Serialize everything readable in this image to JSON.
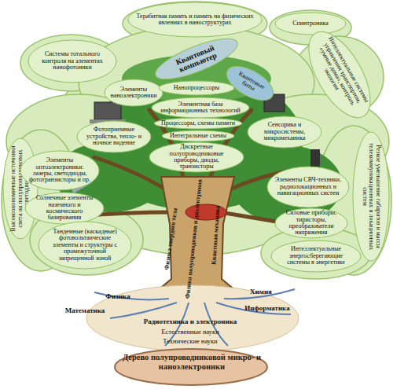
{
  "diagram": {
    "title": "Дерево полупроводниковой микро- и наноэлектроники",
    "nodes": [
      {
        "text": [
          "Терабитная память и память на физических явлениях в наноструктурах"
        ]
      },
      {
        "text": [
          "Спинтроника"
        ]
      },
      {
        "text": [
          "Системы тотального контроля на элементах нанофотоники"
        ]
      },
      {
        "text": [
          "Квантовый компьютер"
        ]
      },
      {
        "text": [
          "Интеллектуальные системы управления транспортом, «умные дома», контроль экологии"
        ]
      },
      {
        "text": [
          "Элементы наноэлектроники"
        ]
      },
      {
        "text": [
          "Нанопроцессоры"
        ]
      },
      {
        "text": [
          "Квантовые биты"
        ]
      },
      {
        "text": [
          "Элементная база информационных технологий"
        ]
      },
      {
        "text": [
          "Процессоры, схемы памяти"
        ]
      },
      {
        "text": [
          "Интегральные схемы"
        ]
      },
      {
        "text": [
          "Дискретные полупроводниковые приборы, диоды, транзисторы"
        ]
      },
      {
        "text": [
          "Фотоприемные устройства, тепло- и ночное видение"
        ]
      },
      {
        "text": [
          "Сенсорика и микросистемы, микромеханика"
        ]
      },
      {
        "text": [
          "Высокоэкономичные источники света на полупроводниковых светодиодах"
        ]
      },
      {
        "text": [
          "Резкое уменьшение габаритов и массы телекоммуникационных и локационных систем"
        ]
      },
      {
        "text": [
          "Элементы оптоэлектроники: лазеры, светодиоды, фототранзисторы и пр."
        ]
      },
      {
        "text": [
          "Элементы СВЧ-техники, радиолокационных и навигационных систем"
        ]
      },
      {
        "text": [
          "Силовые приборы, тиристоры, преобразователи напряжения"
        ]
      },
      {
        "text": [
          "Солнечные элементы наземного и космического базирования"
        ]
      },
      {
        "text": [
          "Интеллектуальные энергосберегающие системы в энергетике"
        ]
      },
      {
        "text": [
          "Тандемные (каскадные) фотовольтаические элементы и структуры с промежуточной запрещенной зоной"
        ]
      }
    ],
    "labels": [
      "Физика твердого тела",
      "Физика полупроводников и диэлектриков",
      "Квантовая механика",
      "Физика",
      "Химия",
      "Математика",
      "Информатика",
      "Радиотехника и электроника",
      "Естественные науки",
      "Технические науки"
    ]
  }
}
